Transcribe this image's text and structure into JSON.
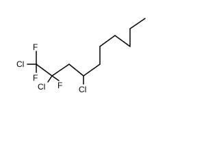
{
  "molecule": {
    "atom_labels": {
      "f_top": "F",
      "cl_left": "Cl",
      "f_left": "F",
      "cl_middle": "Cl",
      "f_middle": "F",
      "cl_right": "Cl"
    },
    "colors": {
      "bond": "#000000",
      "label": "#000000",
      "background": "#ffffff"
    }
  }
}
